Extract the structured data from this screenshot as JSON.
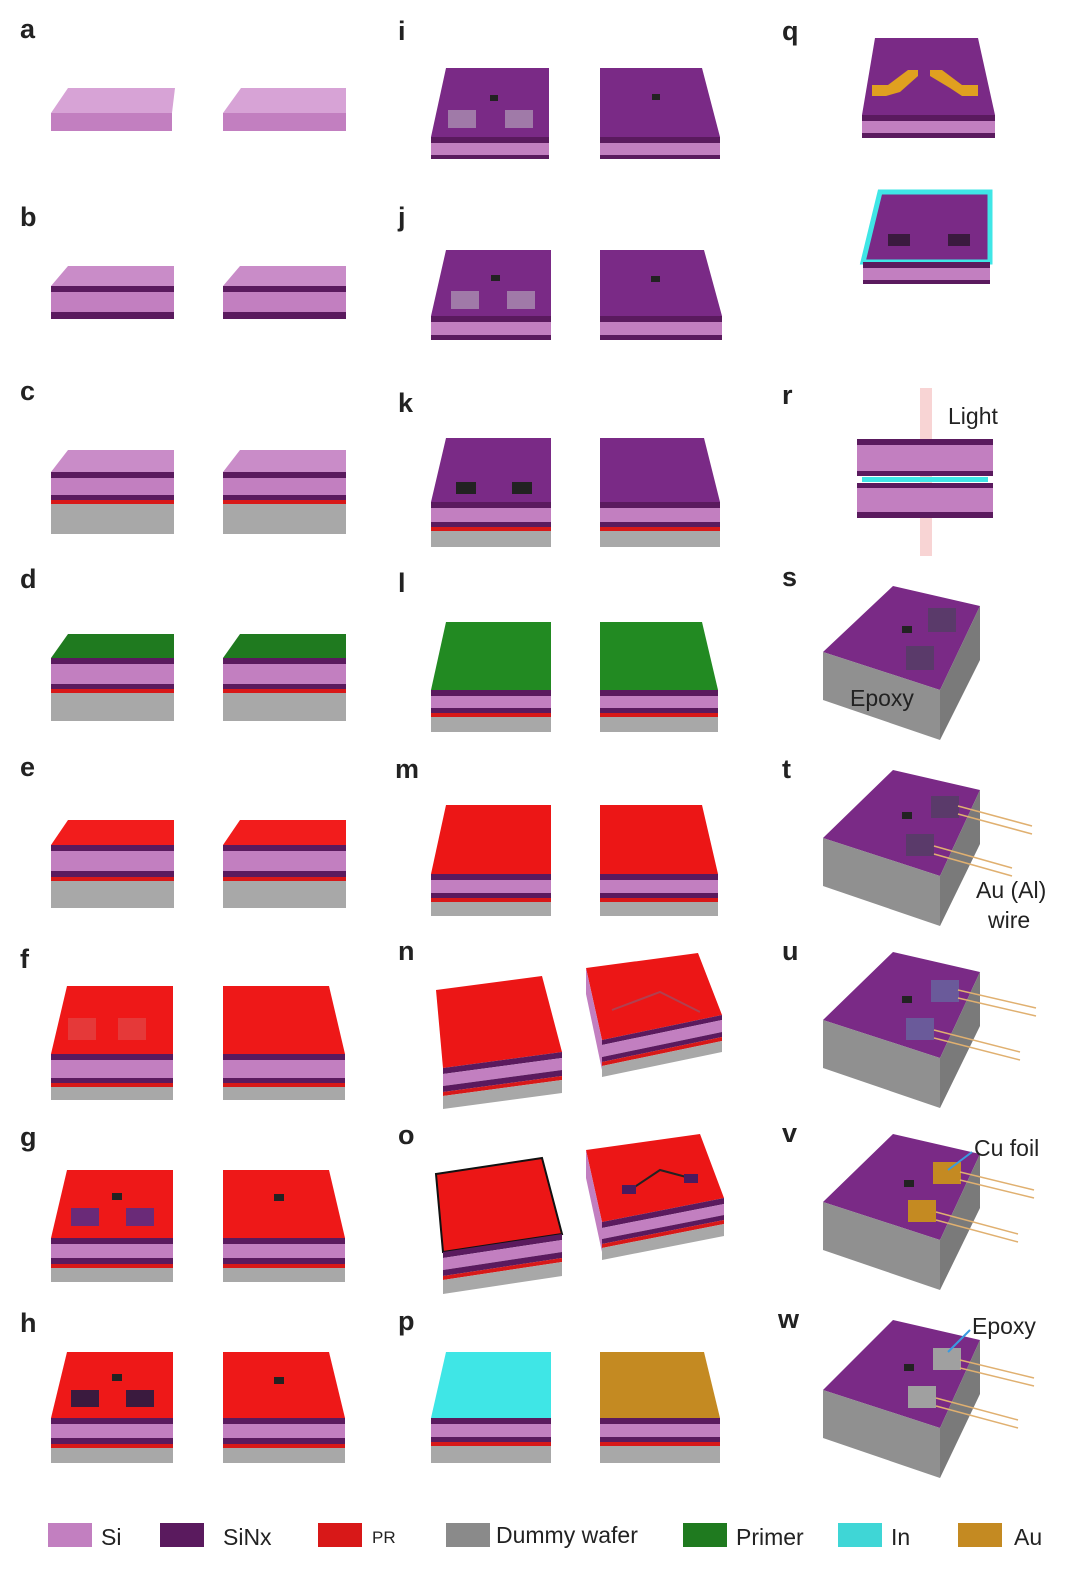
{
  "panel_labels": {
    "a": "a",
    "b": "b",
    "c": "c",
    "d": "d",
    "e": "e",
    "f": "f",
    "g": "g",
    "h": "h",
    "i": "i",
    "j": "j",
    "k": "k",
    "l": "l",
    "m": "m",
    "n": "n",
    "o": "o",
    "p": "p",
    "q": "q",
    "r": "r",
    "s": "s",
    "t": "t",
    "u": "u",
    "v": "v",
    "w": "w"
  },
  "annotations": {
    "light": "Light",
    "epoxy_block": "Epoxy",
    "wire_line1": "Au (Al)",
    "wire_line2": "wire",
    "cu_foil": "Cu foil",
    "epoxy_pad": "Epoxy"
  },
  "legend": [
    {
      "label": "Si",
      "color": "#c27fc0"
    },
    {
      "label": "SiNx",
      "color": "#5a1a5e"
    },
    {
      "label": "PR",
      "color": "#d81818"
    },
    {
      "label": "Dummy wafer",
      "color": "#8a8a8a"
    },
    {
      "label": "Primer",
      "color": "#1f7a1f"
    },
    {
      "label": "In",
      "color": "#3fd6d6"
    },
    {
      "label": "Au",
      "color": "#c48a22"
    }
  ],
  "colors": {
    "si": "#c27fc0",
    "sinx": "#5a1a5e",
    "pr": "#d81818",
    "dummy": "#a8a8a8",
    "primer": "#1f7a1f",
    "in": "#3fe6e6",
    "au": "#c48a22",
    "epoxy_block": "#8f8f8f",
    "purple_top": "#7a2a86"
  }
}
